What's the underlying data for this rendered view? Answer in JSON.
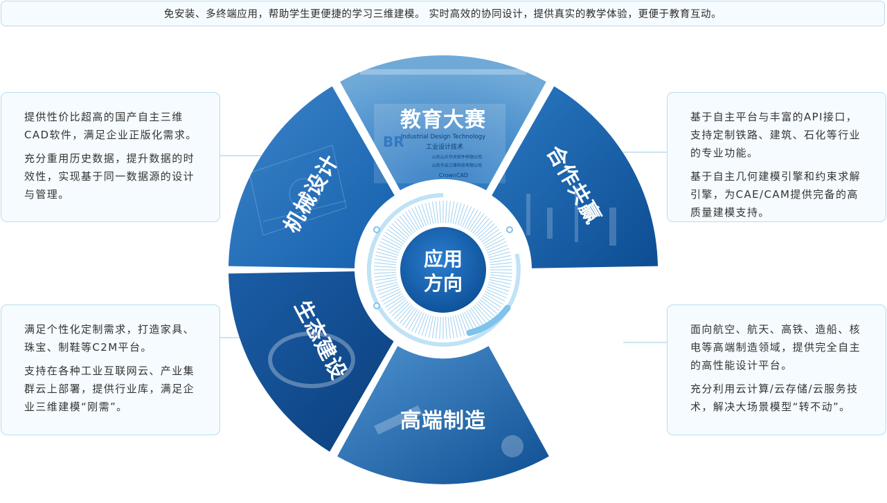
{
  "banner": "免安装、多终端应用，帮助学生更便捷的学习三维建模。 实时高效的协同设计，提供真实的教学体验，更便于教育互动。",
  "center": {
    "line1": "应用",
    "line2": "方向"
  },
  "segments": {
    "top": "教育大赛",
    "right": "合作共赢",
    "bottom": "高端制造",
    "bottom_left": "生态建设",
    "top_left": "机械设计"
  },
  "photo_text": {
    "line1": "Industrial Design Technology",
    "line2": "工业设计技术",
    "line3": "山东山大华天软件有限公司",
    "line4": "山东华云三维科技有限公司",
    "line5": "CrownCAD",
    "brand": "BR"
  },
  "boxes": {
    "top_left": {
      "p1": "提供性价比超高的国产自主三维CAD软件，满足企业正版化需求。",
      "p2": "充分重用历史数据，提升数据的时效性，实现基于同一数据源的设计与管理。"
    },
    "bottom_left": {
      "p1": "满足个性化定制需求，打造家具、珠宝、制鞋等C2M平台。",
      "p2": "支持在各种工业互联网云、产业集群云上部署，提供行业库，满足企业三维建模“刚需”。"
    },
    "top_right": {
      "p1": "基于自主平台与丰富的API接口，支持定制铁路、建筑、石化等行业的专业功能。",
      "p2": "基于自主几何建模引擎和约束求解引擎，为CAE/CAM提供完备的高质量建模支持。"
    },
    "bottom_right": {
      "p1": "面向航空、航天、高铁、造船、核电等高端制造领域，提供完全自主的高性能设计平台。",
      "p2": "充分利用云计算/云存储/云服务技术，解决大场景模型“转不动”。"
    }
  },
  "colors": {
    "primary": "#1565b0",
    "dark": "#0c4a8c",
    "light": "#bfe2f6",
    "border": "#b9dcef"
  }
}
